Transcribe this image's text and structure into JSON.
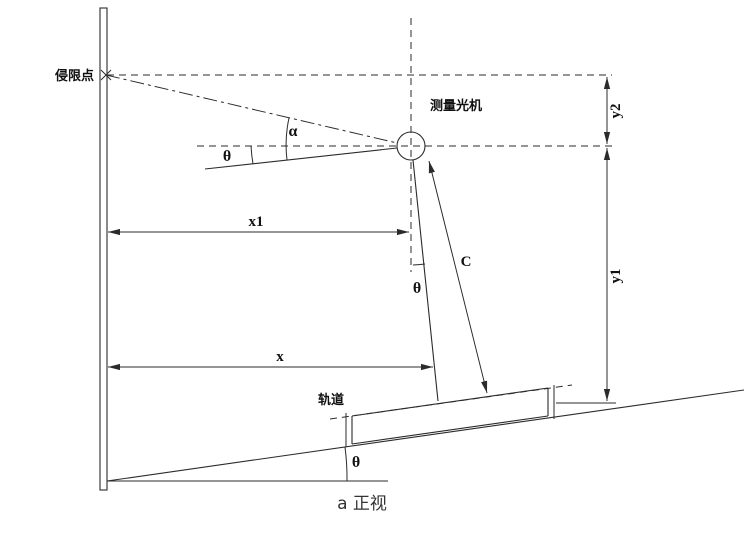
{
  "figure": {
    "caption": "a 正视"
  },
  "labels": {
    "intrusion_point": "侵限点",
    "camera": "测量光机",
    "track": "轨道"
  },
  "angles": {
    "theta_tilt": "θ",
    "alpha": "α",
    "theta_mast": "θ",
    "theta_ground": "θ"
  },
  "dimensions": {
    "x1": "x1",
    "x": "x",
    "c": "C",
    "y1": "y1",
    "y2": "y2"
  },
  "colors": {
    "line": "#2b2b2b",
    "text": "#111111",
    "background": "#ffffff"
  }
}
